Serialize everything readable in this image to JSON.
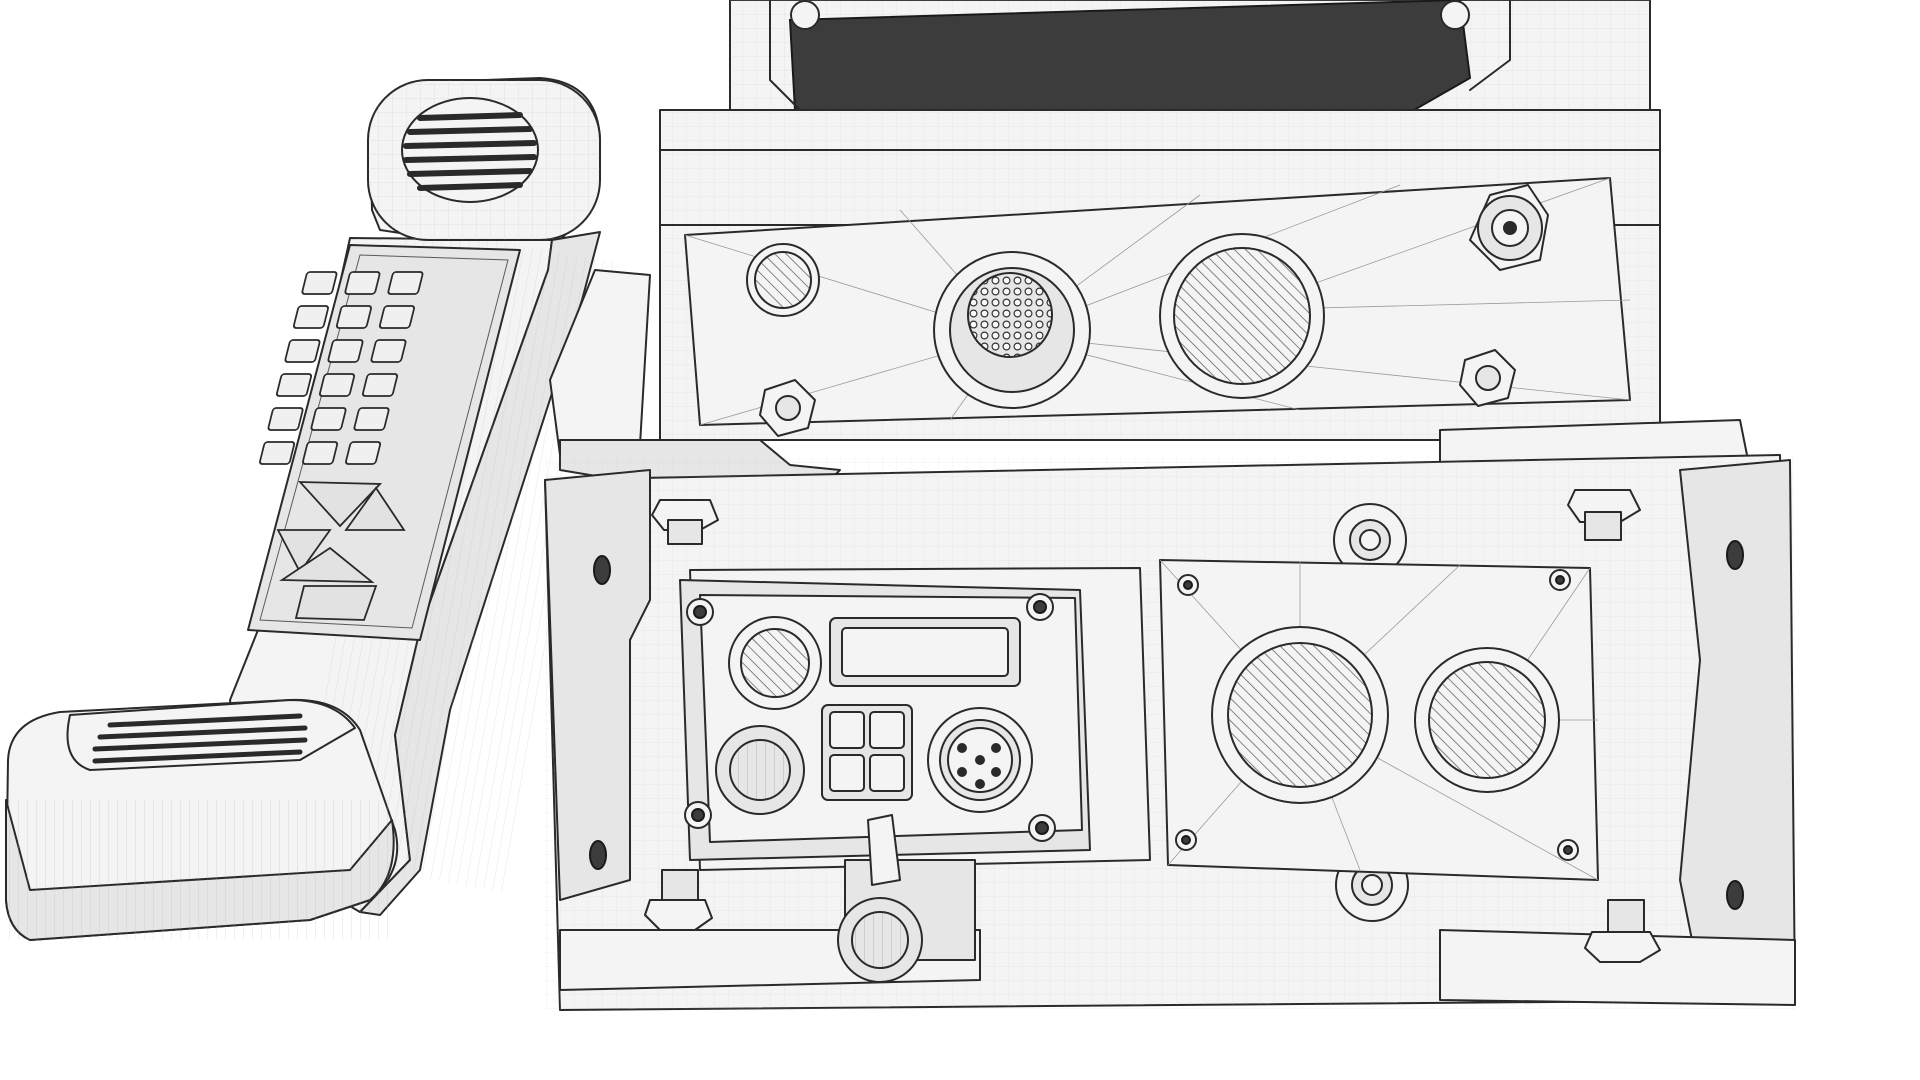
{
  "viewport": {
    "background": "#ffffff",
    "line_color": "#2a2a2a",
    "wire_color": "#9a9a9a",
    "surface_color": "#f4f4f4",
    "screen_color": "#3c3c3c"
  },
  "scene": {
    "handset": {
      "keypad": {
        "rows": 6,
        "columns": 3
      }
    },
    "transceiver": {
      "rear_panel": {
        "connectors": [
          "screw-plug",
          "multi-pin-connector",
          "screw-plug",
          "antenna-connector",
          "hex-nut-left",
          "hex-nut-right"
        ]
      },
      "front_module": {
        "connectors": [
          "screw-plug",
          "knurled-knob",
          "button-cluster",
          "6-pin-connector",
          "toggle-switch"
        ]
      },
      "side_panel": {
        "connectors": [
          "large-screw-plug",
          "small-screw-plug"
        ]
      }
    }
  }
}
